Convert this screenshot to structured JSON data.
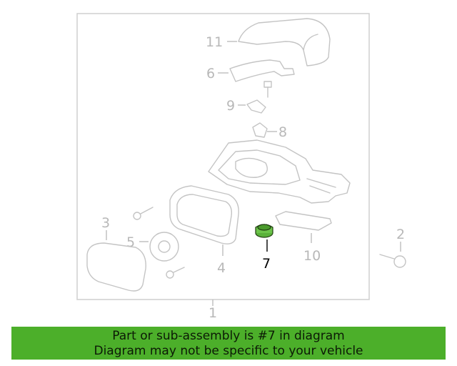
{
  "diagram": {
    "labels": {
      "l1": "1",
      "l2": "2",
      "l3": "3",
      "l4": "4",
      "l5": "5",
      "l6": "6",
      "l7": "7",
      "l8": "8",
      "l9": "9",
      "l10": "10",
      "l11": "11"
    },
    "highlight_color": "#1f7a12",
    "muted_color": "#c4c4c4"
  },
  "banner": {
    "line1": "Part or sub-assembly is #7 in diagram",
    "line2": "Diagram may not be specific to your vehicle",
    "background": "#4caf2a"
  }
}
